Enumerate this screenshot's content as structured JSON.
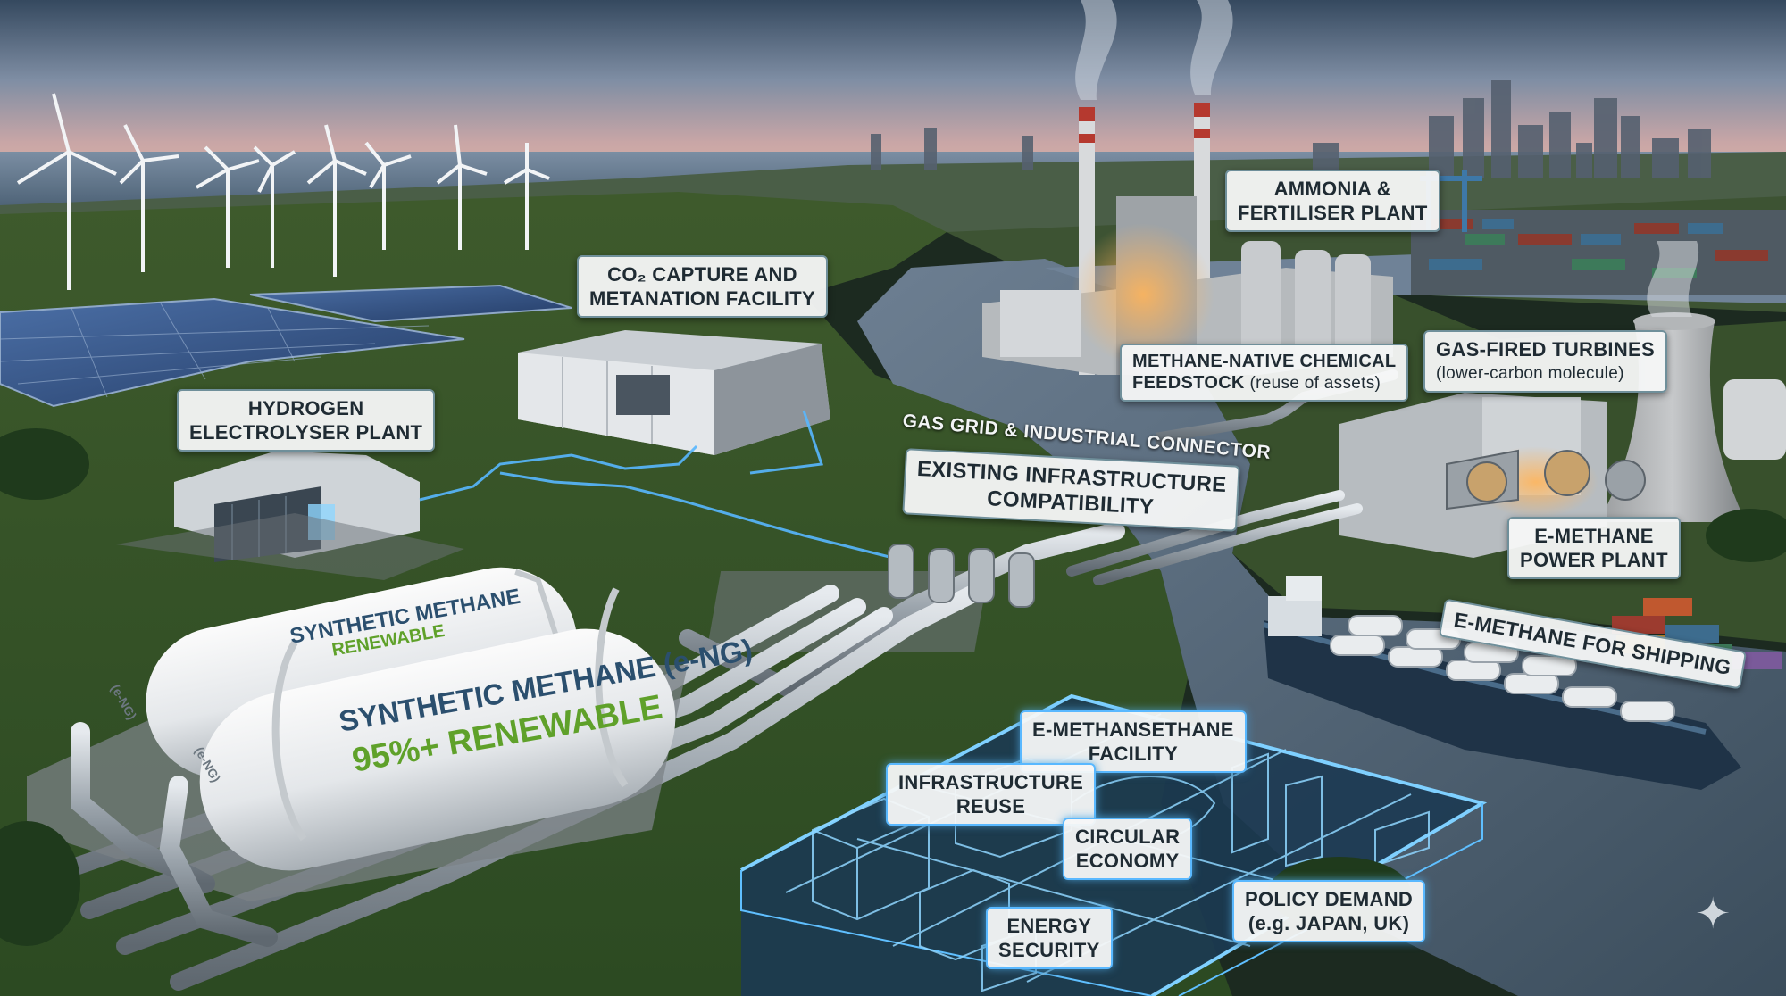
{
  "labels": {
    "co2": [
      "CO₂ CAPTURE AND",
      "METANATION FACILITY"
    ],
    "hydrogen": [
      "HYDROGEN",
      "ELECTROLYSER PLANT"
    ],
    "ammonia": [
      "AMMONIA &",
      "FERTILISER PLANT"
    ],
    "methane_native": {
      "line1": "METHANE-NATIVE CHEMICAL",
      "line2": "FEEDSTOCK",
      "note": "(reuse of assets)"
    },
    "gas_turbines": {
      "line1": "GAS-FIRED TURBINES",
      "note": "(lower-carbon molecule)"
    },
    "gas_grid": "GAS GRID & INDUSTRIAL CONNECTOR",
    "existing": [
      "EXISTING INFRASTRUCTURE",
      "COMPATIBILITY"
    ],
    "power_plant": [
      "E-METHANE",
      "POWER PLANT"
    ],
    "shipping": "E-METHANE FOR SHIPPING",
    "emethansethane": [
      "E-METHANSETHANE",
      "FACILITY"
    ],
    "infra_reuse": [
      "INFRASTRUCTURE",
      "REUSE"
    ],
    "circular": [
      "CIRCULAR",
      "ECONOMY"
    ],
    "energy_security": [
      "ENERGY",
      "SECURITY"
    ],
    "policy": [
      "POLICY DEMAND",
      "(e.g. JAPAN, UK)"
    ]
  },
  "tanks": {
    "back": {
      "line1": "SYNTHETIC METHANE",
      "line2": "RENEWABLE",
      "end": "(e-NG)"
    },
    "front": {
      "line1": "SYNTHETIC METHANE (e-NG)",
      "line2": "95%+ RENEWABLE",
      "end": "(e-NG)"
    }
  },
  "colors": {
    "label_border": "#6f8f9a",
    "hologram": "#59b8ff",
    "renewable_green": "#5fa12a",
    "tank_blue": "#2b4f6e"
  },
  "icons": {
    "corner": "sparkle-icon"
  }
}
